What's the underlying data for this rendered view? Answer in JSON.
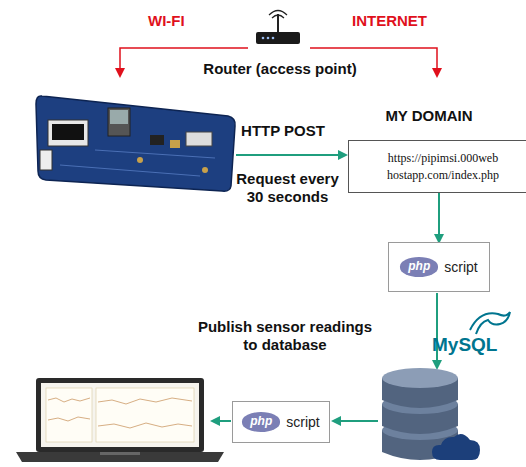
{
  "diagram": {
    "nodes": [
      {
        "text": [
          "MY DOMAIN",
          "https://pipimsi.000web hostapp.com/index.php"
        ]
      },
      {
        "text": [
          "php",
          "script"
        ]
      },
      {
        "text": [
          "php",
          "script"
        ]
      }
    ],
    "edges": [
      {
        "from": 0,
        "to": 1,
        "arrow": "to"
      }
    ],
    "labels": [
      "WI-FI",
      "INTERNET",
      "Router (access point)",
      "HTTP POST",
      "Request every 30 seconds",
      "Publish sensor readings to database",
      "MySQL"
    ]
  }
}
